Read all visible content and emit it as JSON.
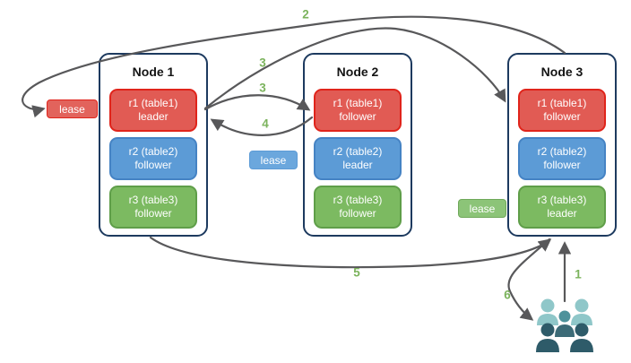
{
  "diagram": {
    "nodes": [
      {
        "title": "Node 1",
        "replicas": [
          {
            "label": "r1 (table1)",
            "role": "leader",
            "color": "red"
          },
          {
            "label": "r2 (table2)",
            "role": "follower",
            "color": "blue"
          },
          {
            "label": "r3 (table3)",
            "role": "follower",
            "color": "green"
          }
        ]
      },
      {
        "title": "Node 2",
        "replicas": [
          {
            "label": "r1 (table1)",
            "role": "follower",
            "color": "red"
          },
          {
            "label": "r2 (table2)",
            "role": "leader",
            "color": "blue"
          },
          {
            "label": "r3 (table3)",
            "role": "follower",
            "color": "green"
          }
        ]
      },
      {
        "title": "Node 3",
        "replicas": [
          {
            "label": "r1 (table1)",
            "role": "follower",
            "color": "red"
          },
          {
            "label": "r2 (table2)",
            "role": "follower",
            "color": "blue"
          },
          {
            "label": "r3 (table3)",
            "role": "leader",
            "color": "green"
          }
        ]
      }
    ],
    "leases": [
      {
        "label": "lease",
        "color": "red"
      },
      {
        "label": "lease",
        "color": "blue"
      },
      {
        "label": "lease",
        "color": "green"
      }
    ],
    "steps": [
      {
        "id": "1",
        "label": "1"
      },
      {
        "id": "2",
        "label": "2"
      },
      {
        "id": "3a",
        "label": "3"
      },
      {
        "id": "3b",
        "label": "3"
      },
      {
        "id": "4",
        "label": "4"
      },
      {
        "id": "5",
        "label": "5"
      },
      {
        "id": "6",
        "label": "6"
      }
    ],
    "icons": {
      "users": "users-group-icon"
    },
    "colors": {
      "replica_red_fill": "#E15B54",
      "replica_red_border": "#E0241B",
      "replica_blue_fill": "#5C9BD6",
      "replica_blue_border": "#4583C4",
      "replica_green_fill": "#7CBA61",
      "replica_green_border": "#5F9E49",
      "node_border": "#1D3A5F",
      "arrow": "#58585A",
      "step_label": "#7BB35C",
      "users_light_teal": "#8FC7C9",
      "users_medium_teal": "#4E929B",
      "users_dark_slate": "#2E5B69"
    }
  }
}
